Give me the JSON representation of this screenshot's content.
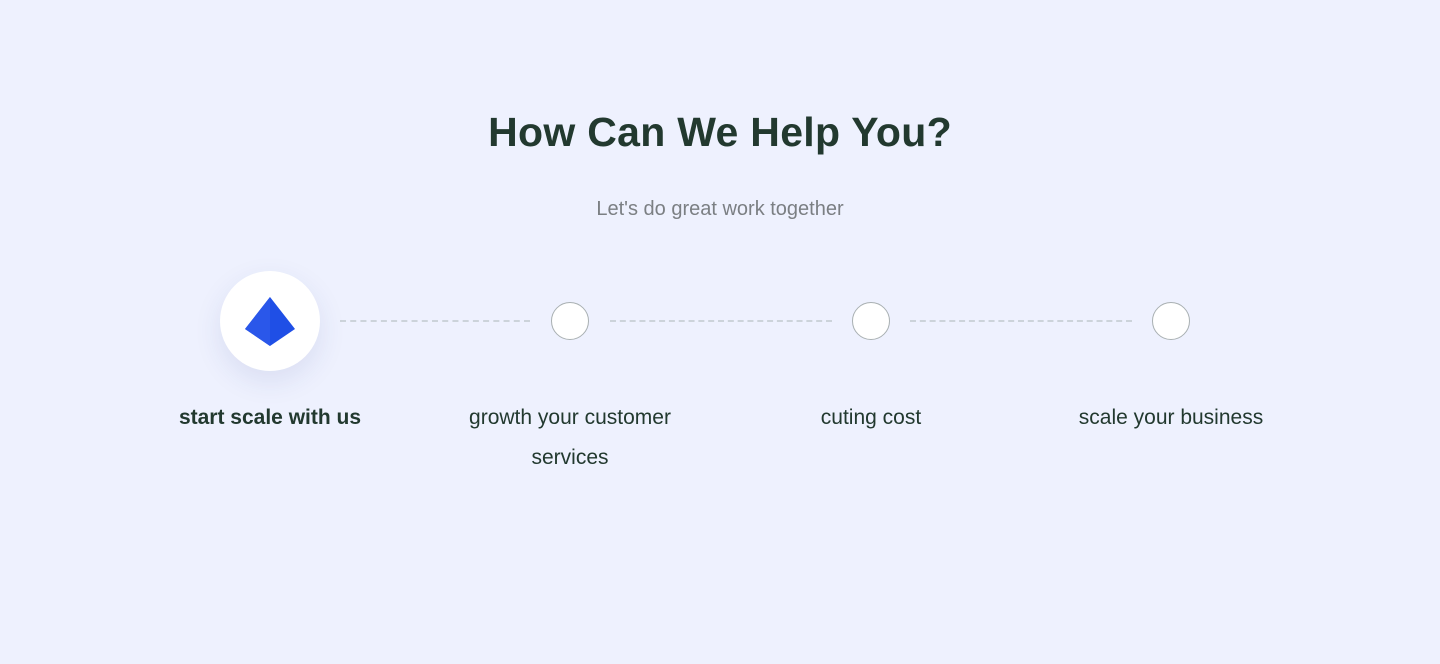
{
  "heading": {
    "title": "How Can We Help You?",
    "subtitle": "Let's do great work together"
  },
  "steps": [
    {
      "label": "start scale with us",
      "active": true,
      "icon": "pyramid-icon"
    },
    {
      "label": "growth your customer services",
      "active": false
    },
    {
      "label": "cuting cost",
      "active": false
    },
    {
      "label": "scale your business",
      "active": false
    }
  ],
  "colors": {
    "background": "#eef1fe",
    "heading": "#22392f",
    "subtitle": "#7b7f83",
    "accent": "#1f4fe6",
    "dot_border": "#a9b0b2",
    "connector": "#ccd3da"
  }
}
